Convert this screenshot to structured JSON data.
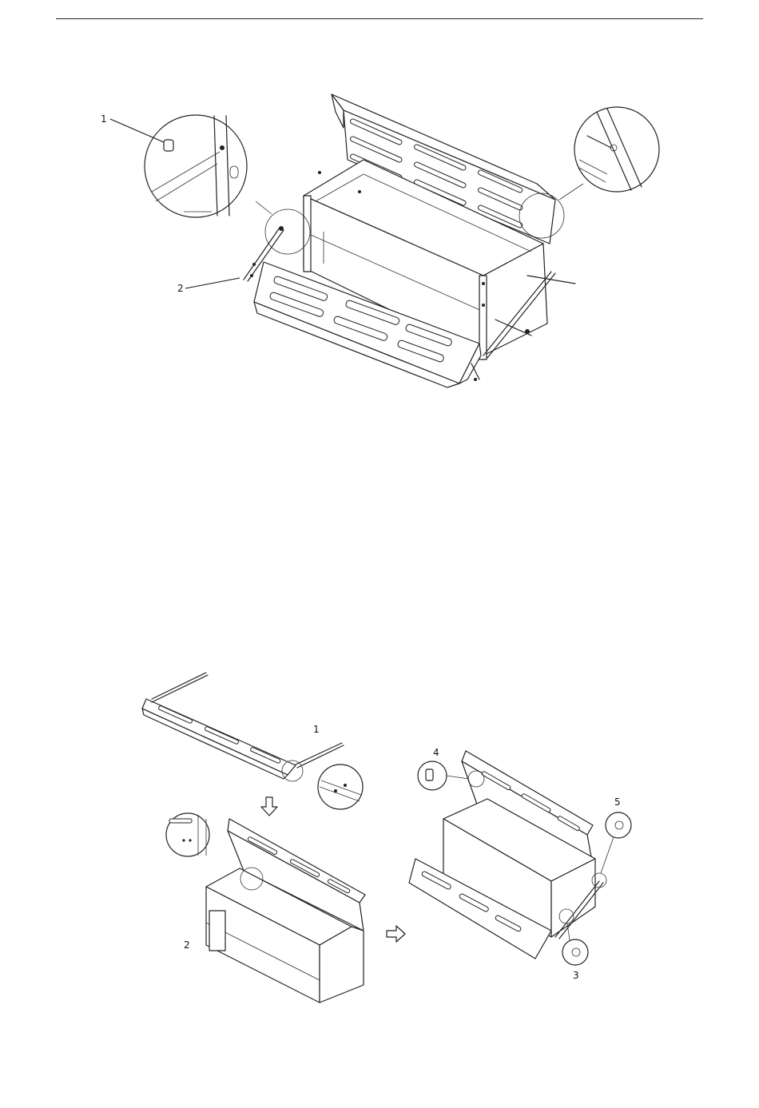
{
  "figure_top": {
    "callouts": [
      "1",
      "2"
    ]
  },
  "figure_bottom": {
    "callouts": [
      "1",
      "2",
      "3",
      "4",
      "5"
    ],
    "arrows": [
      "arrow-down-icon",
      "arrow-right-icon"
    ]
  }
}
